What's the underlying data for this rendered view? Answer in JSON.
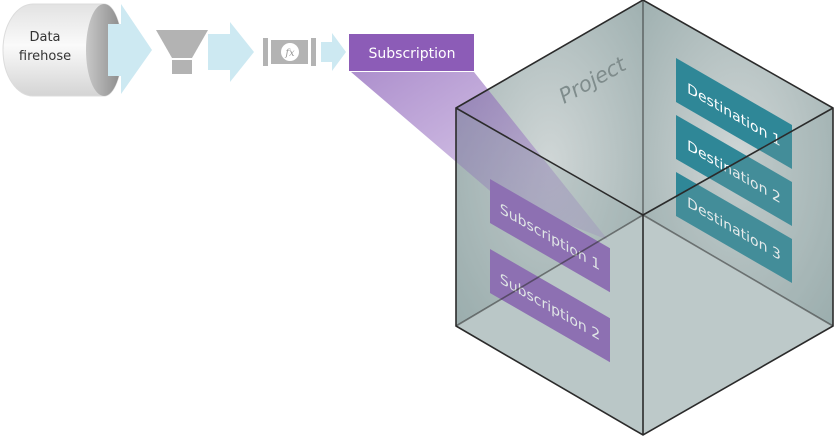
{
  "source": {
    "line1": "Data",
    "line2": "firehose"
  },
  "pipeline": {
    "filter_icon": "funnel-icon",
    "function_icon": "function-icon",
    "function_symbol": "fx",
    "subscription_label": "Subscription"
  },
  "project": {
    "label": "Project",
    "subscriptions": [
      "Subscription 1",
      "Subscription 2"
    ],
    "destinations": [
      "Destination 1",
      "Destination 2",
      "Destination 3"
    ]
  },
  "colors": {
    "arrow": "#cde9f2",
    "purple": "#8c5cb7",
    "teal": "#2f8797",
    "cube_face": "#9fb0b0",
    "icon_gray": "#b3b3b3"
  }
}
